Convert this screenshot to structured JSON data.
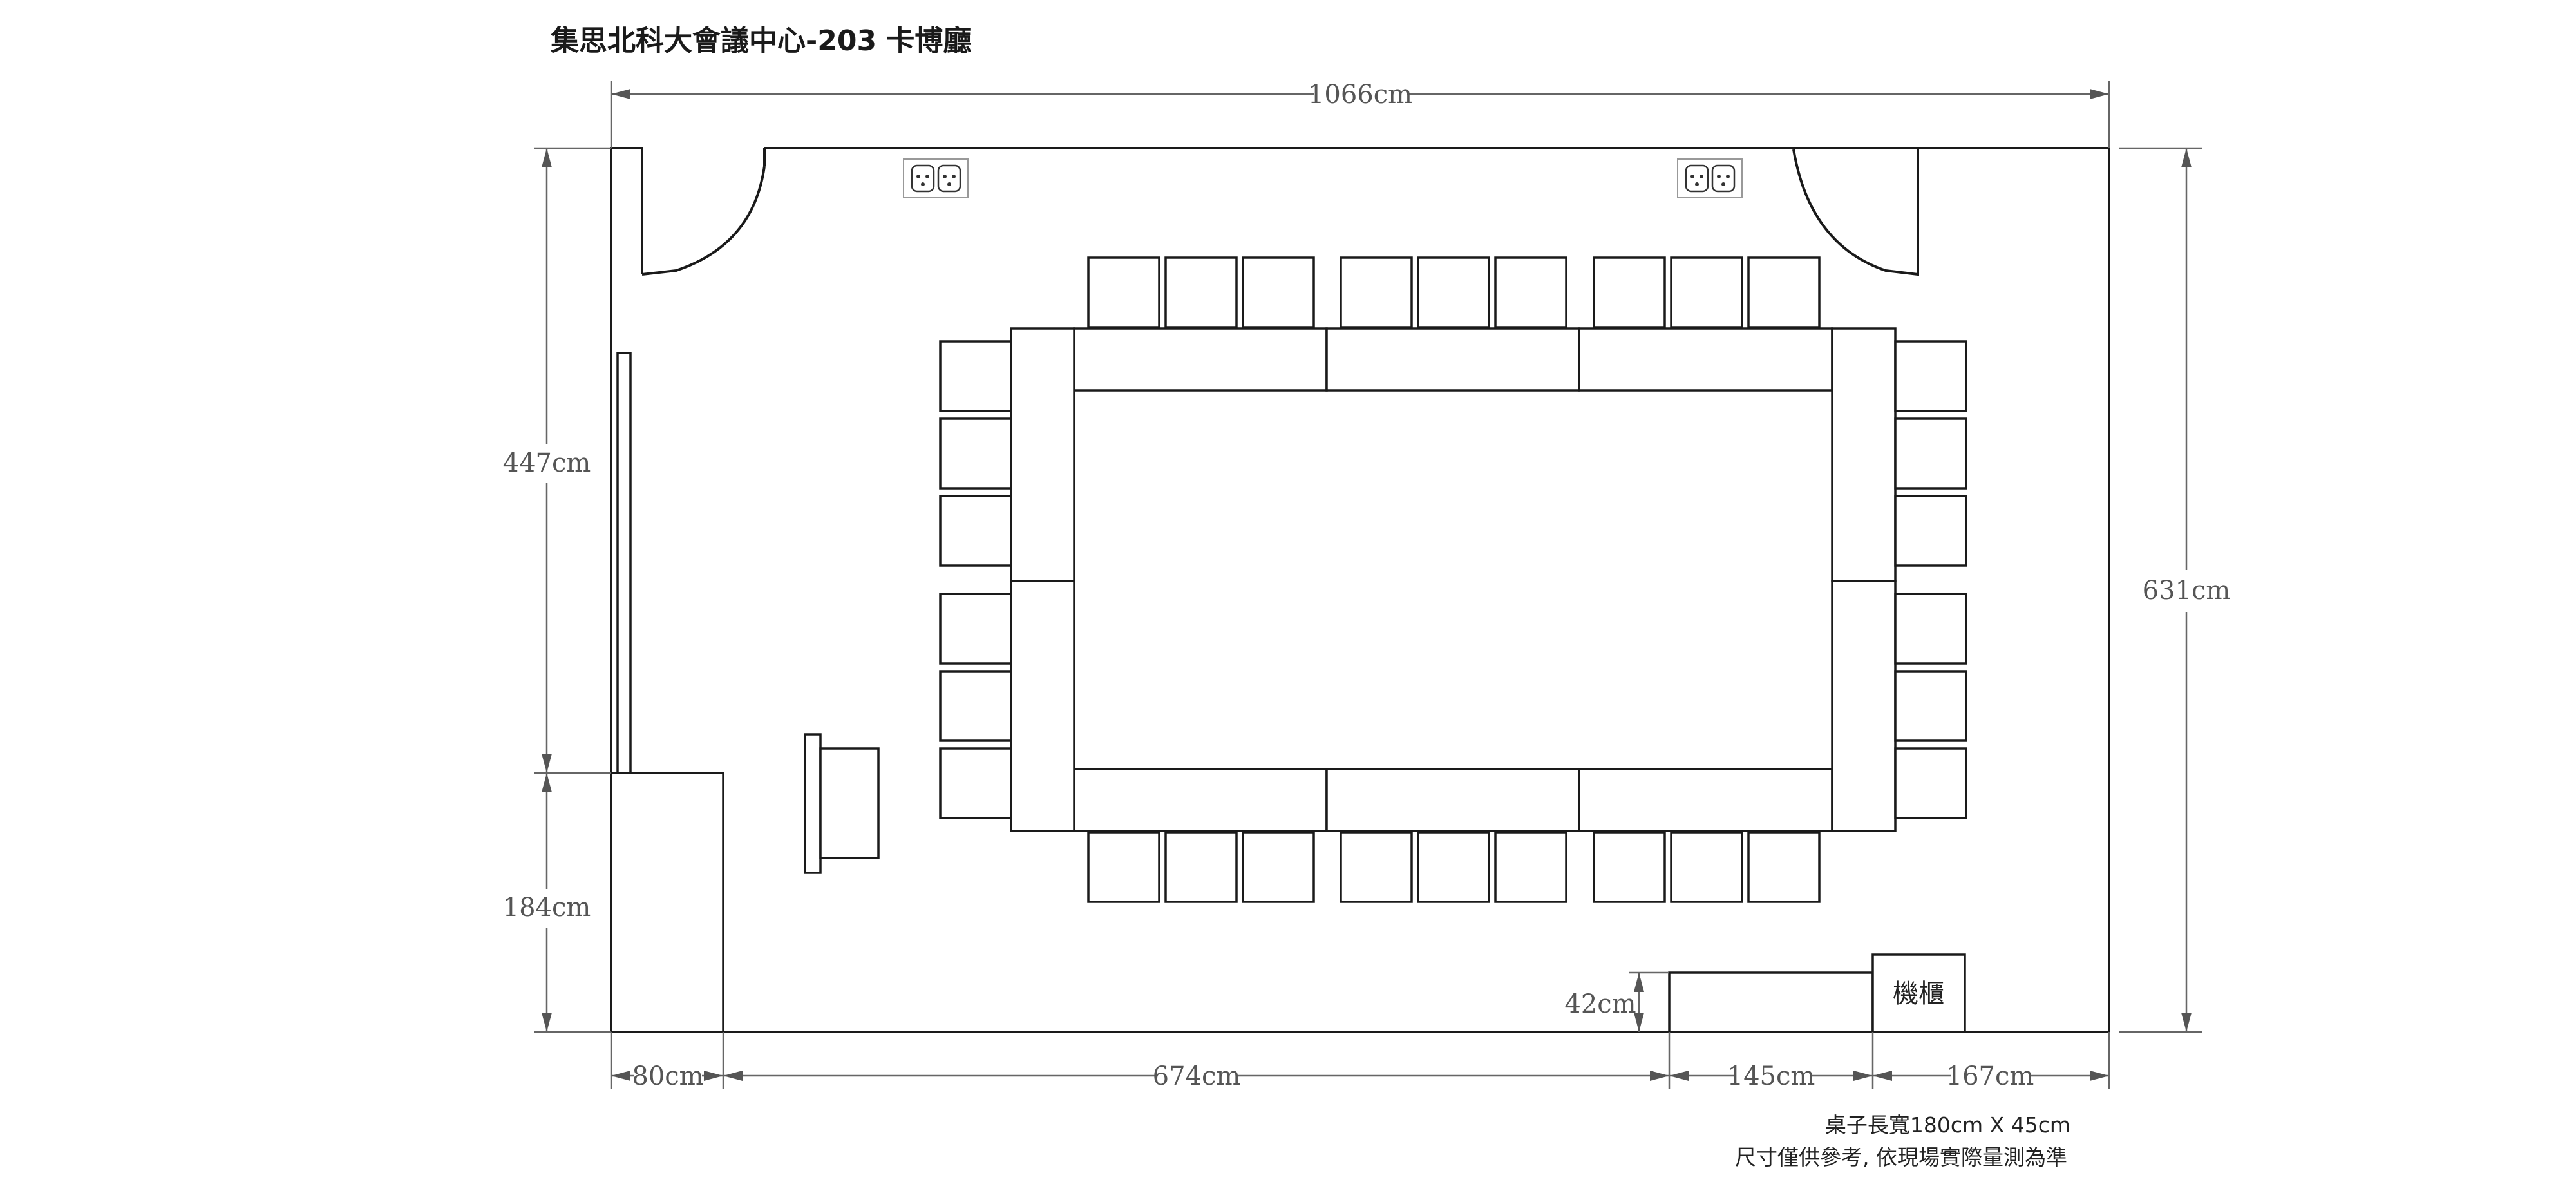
{
  "title": "集思北科大會議中心-203 卡博廳",
  "dimensions": {
    "overall_width": "1066cm",
    "overall_height": "631cm",
    "left_upper_height": "447cm",
    "left_lower_height": "184cm",
    "left_block_width": "80cm",
    "middle_width": "674cm",
    "bench_depth": "42cm",
    "bench_width": "145cm",
    "cabinet_width": "167cm"
  },
  "labels": {
    "cabinet": "機櫃"
  },
  "icons": {
    "outlet": "power-outlet-icon",
    "podium": "podium-icon"
  },
  "notes": {
    "table_size": "桌子長寬180cm X 45cm",
    "disclaimer": "尺寸僅供參考, 依現場實際量測為準"
  }
}
